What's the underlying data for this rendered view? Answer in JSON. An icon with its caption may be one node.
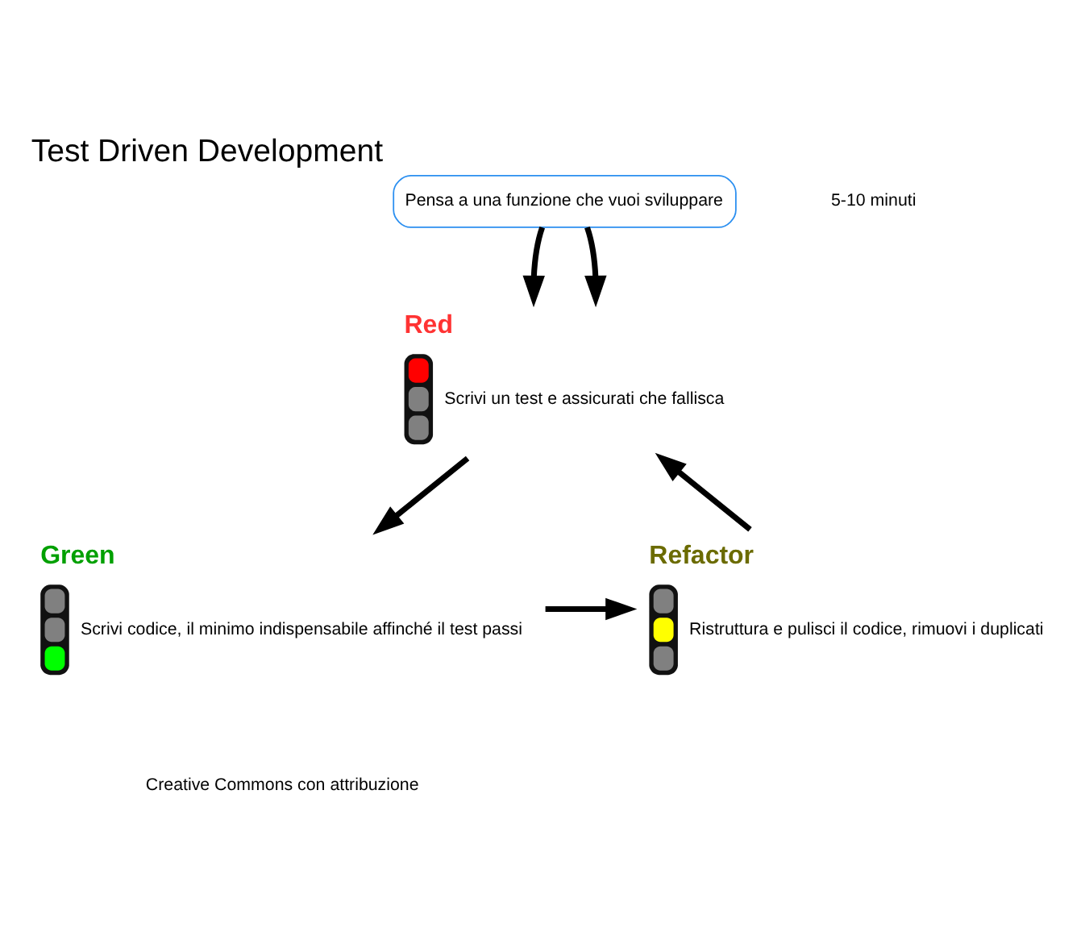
{
  "diagram": {
    "title": "Test Driven Development",
    "nodes": [
      {
        "text": [
          "Pensa a una funzione che vuoi sviluppare"
        ]
      },
      {
        "text": [
          "Red",
          "Scrivi un test e assicurati che fallisca"
        ]
      },
      {
        "text": [
          "Green",
          "Scrivi codice, il minimo indispensabile affinché il test passi"
        ]
      },
      {
        "text": [
          "Refactor",
          "Ristruttura e pulisci il codice, rimuovi i duplicati"
        ]
      }
    ],
    "edges": [
      {
        "from": 0,
        "to": 1,
        "arrow": "to"
      },
      {
        "from": 0,
        "to": 1,
        "arrow": "to"
      },
      {
        "from": 1,
        "to": 2,
        "arrow": "to"
      },
      {
        "from": 2,
        "to": 3,
        "arrow": "to"
      },
      {
        "from": 3,
        "to": 1,
        "arrow": "to"
      }
    ],
    "labels": [
      "5-10 minuti",
      "Creative Commons con attribuzione"
    ]
  }
}
